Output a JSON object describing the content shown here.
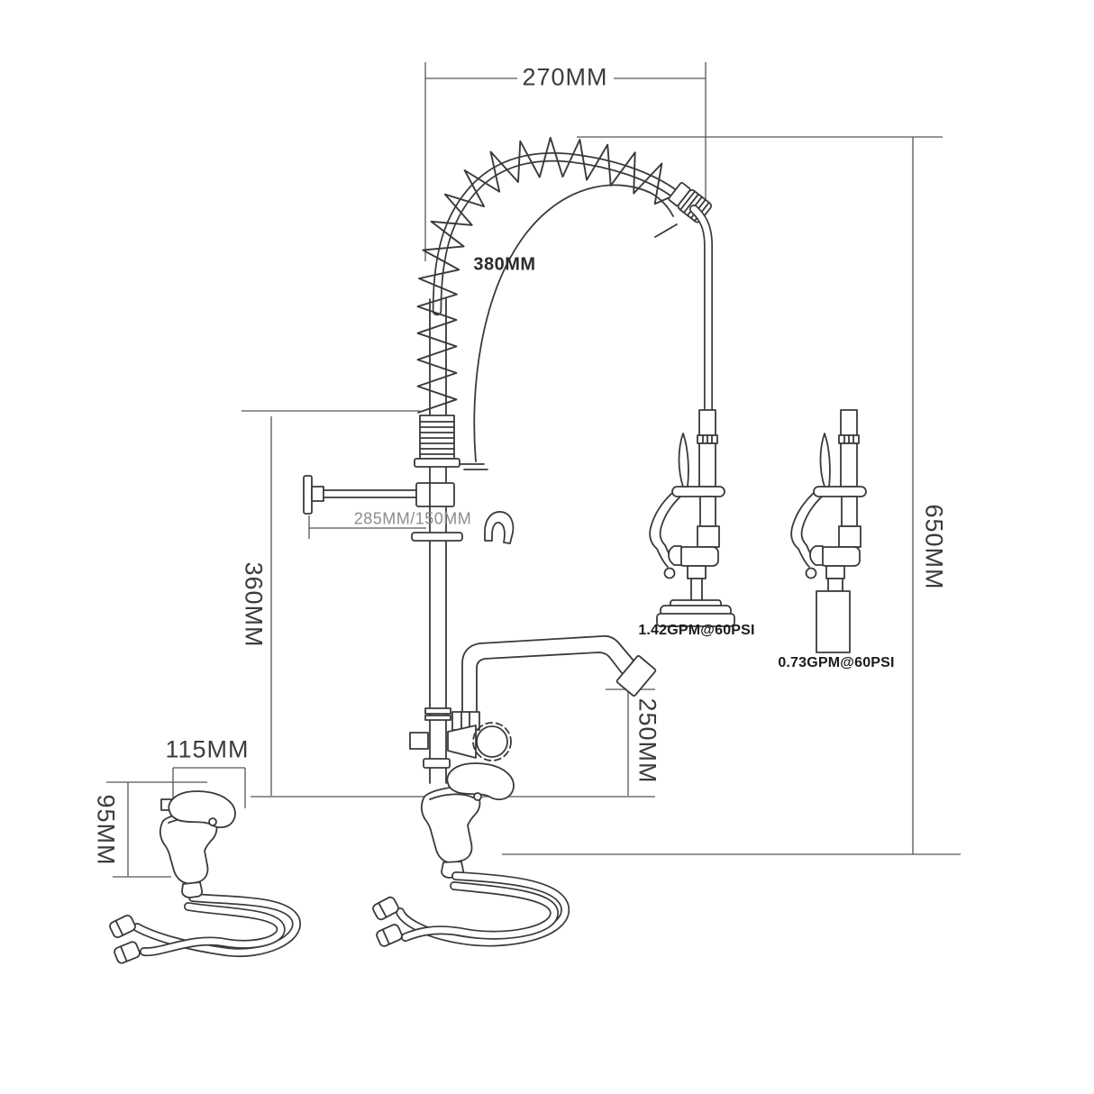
{
  "colors": {
    "background": "#ffffff",
    "line": "#3a3a3a",
    "dimension": "#565656",
    "muted_dimension": "#8c8c8c"
  },
  "dimensions": {
    "top_width": "270MM",
    "hose_arc_radius": "380MM",
    "overall_height": "650MM",
    "riser_height": "360MM",
    "wall_bracket_reach": "285MM/150MM",
    "spout_clearance": "250MM",
    "base_width": "115MM",
    "base_height": "95MM"
  },
  "flow_ratings": {
    "spray_head_flat": "1.42GPM@60PSI",
    "spray_head_cylindrical": "0.73GPM@60PSI"
  }
}
